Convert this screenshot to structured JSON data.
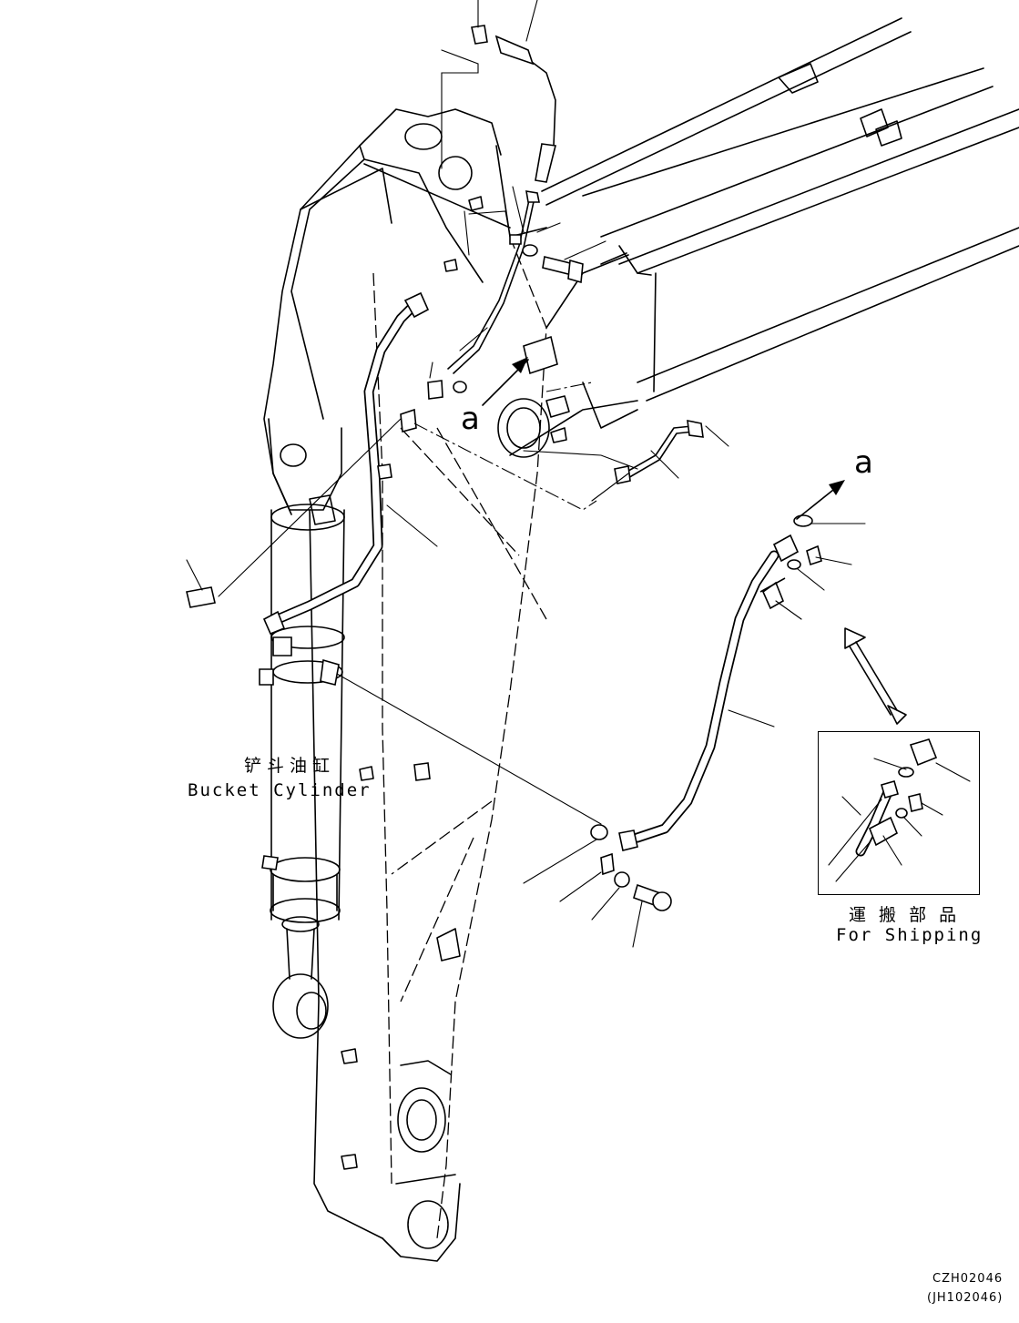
{
  "labels": {
    "bucket_cylinder_cn": "铲斗油缸",
    "bucket_cylinder_en": "Bucket Cylinder",
    "for_shipping_jp": "運 搬 部 品",
    "for_shipping_en": "For Shipping",
    "view_arrow_a_1": "a",
    "view_arrow_a_2": "a"
  },
  "drawing_numbers": {
    "main": "CZH02046",
    "sub": "(JH102046)"
  }
}
